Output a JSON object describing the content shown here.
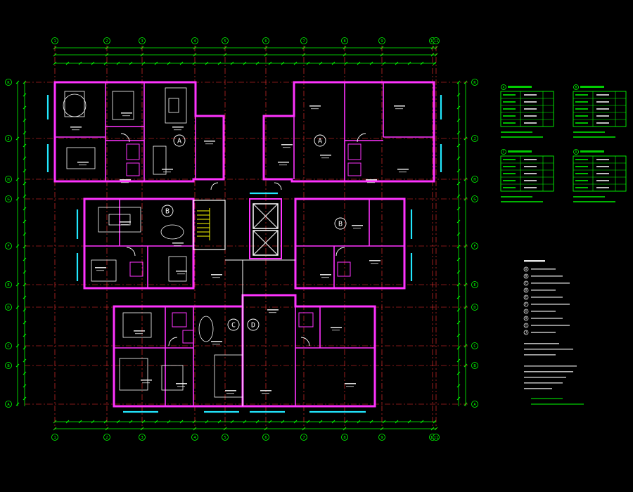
{
  "colors": {
    "background": "#000000",
    "wall": "#ff33ff",
    "wall_inner": "#ffffff",
    "window": "#22e8ff",
    "axis": "#ff3333",
    "dimension": "#00ff00",
    "furniture": "#ffffff",
    "stair": "#ffff00",
    "text": "#ffffff"
  },
  "plan": {
    "top_axis_labels": [
      "1",
      "2",
      "3",
      "4",
      "5",
      "6",
      "7",
      "8",
      "9",
      "10",
      "11"
    ],
    "bottom_axis_labels": [
      "1",
      "2",
      "3",
      "4",
      "5",
      "6",
      "7",
      "8",
      "9",
      "10",
      "11"
    ],
    "left_axis_labels": [
      "K",
      "J",
      "H",
      "G",
      "F",
      "E",
      "D",
      "C",
      "B",
      "A"
    ],
    "right_axis_labels": [
      "K",
      "J",
      "H",
      "G",
      "F",
      "E",
      "D",
      "C",
      "B",
      "A"
    ],
    "unit_markers": [
      "A",
      "A",
      "B",
      "B",
      "C",
      "D"
    ]
  },
  "tables": [
    {
      "id": "table-a",
      "marker": "A"
    },
    {
      "id": "table-b",
      "marker": "B"
    },
    {
      "id": "table-c",
      "marker": "C"
    },
    {
      "id": "table-d",
      "marker": "D"
    }
  ],
  "notes": {
    "symbol_labels": [
      "A",
      "B",
      "C",
      "D",
      "E",
      "F",
      "G",
      "H",
      "I",
      "J"
    ]
  }
}
